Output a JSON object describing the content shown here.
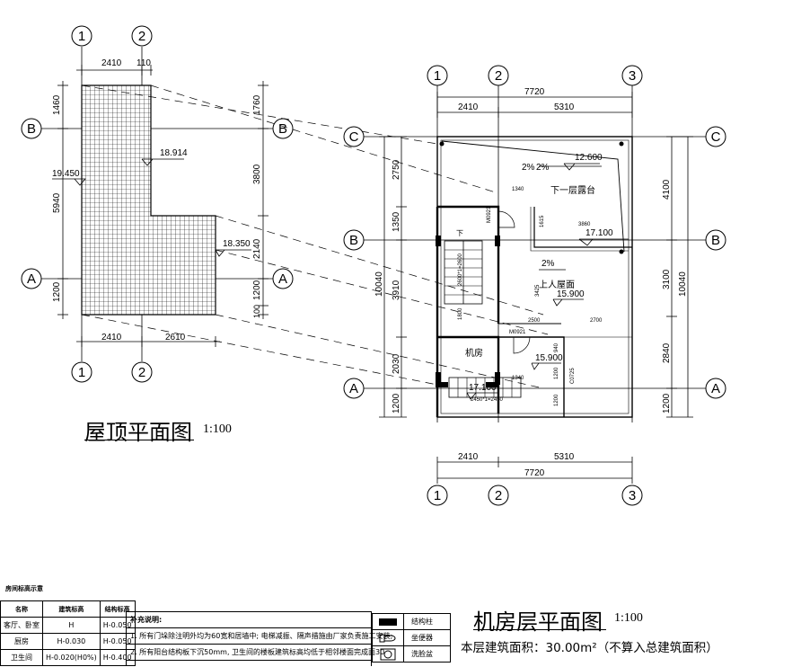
{
  "roof_plan": {
    "title": "屋顶平面图",
    "scale": "1:100",
    "axes": [
      "1",
      "2",
      "A",
      "B"
    ],
    "top_dims": [
      "2410",
      "110"
    ],
    "bottom_dims": [
      "2410",
      "2610"
    ],
    "left_dims": [
      "1460",
      "5940",
      "1200"
    ],
    "right_dims": [
      "1760",
      "3800",
      "2140",
      "1200",
      "100"
    ],
    "elevations": [
      "19.450",
      "18.914",
      "18.350"
    ]
  },
  "machine_plan": {
    "title": "机房层平面图",
    "scale": "1:100",
    "axes": [
      "1",
      "2",
      "3",
      "A",
      "B",
      "C"
    ],
    "top_total": "7720",
    "top_dims": [
      "2410",
      "5310"
    ],
    "bottom_total": "7720",
    "bottom_dims": [
      "2410",
      "5310"
    ],
    "left_total": "10040",
    "left_dims": [
      "2750",
      "1350",
      "3910",
      "2030",
      "1200"
    ],
    "right_total": "10040",
    "right_dims": [
      "4100",
      "3100",
      "2840",
      "1200"
    ],
    "rooms": [
      "下一层露台",
      "上人屋面",
      "机房"
    ],
    "elevations": [
      "12.600",
      "17.100",
      "15.900",
      "15.900",
      "17.100"
    ],
    "slopes": [
      "2%",
      "2%",
      "2%"
    ],
    "labels": [
      "M0921",
      "M0921",
      "C0725"
    ],
    "inner_dims": [
      "1340",
      "3860",
      "1615",
      "2500",
      "2700",
      "1340",
      "940",
      "1200",
      "1200",
      "3425",
      "1800"
    ],
    "stair_label": "2600*1=2600",
    "stair2_label": "2450*1=2450",
    "shaft_label": "下",
    "area_text": "本层建筑面积：30.00m²（不算入总建筑面积）"
  },
  "elevation_table": {
    "title": "房间标高示意",
    "headers": [
      "名称",
      "建筑标高",
      "结构标高"
    ],
    "rows": [
      [
        "客厅、卧室",
        "H",
        "H-0.050"
      ],
      [
        "厨房",
        "H-0.030",
        "H-0.050"
      ],
      [
        "卫生间",
        "H-0.020(H0%)",
        "H-0.400"
      ]
    ]
  },
  "notes": {
    "title": "补充说明:",
    "items": [
      "1. 所有门垛除注明外均为60宽和居墙中; 电梯减振、隔声措施由厂家负责施工安装;",
      "2. 所有阳台结构板下沉50mm, 卫生间的楼板建筑标高均低于相邻楼面完成面30"
    ]
  },
  "legend": {
    "items": [
      "结构柱",
      "坐便器",
      "洗脸盆"
    ]
  }
}
